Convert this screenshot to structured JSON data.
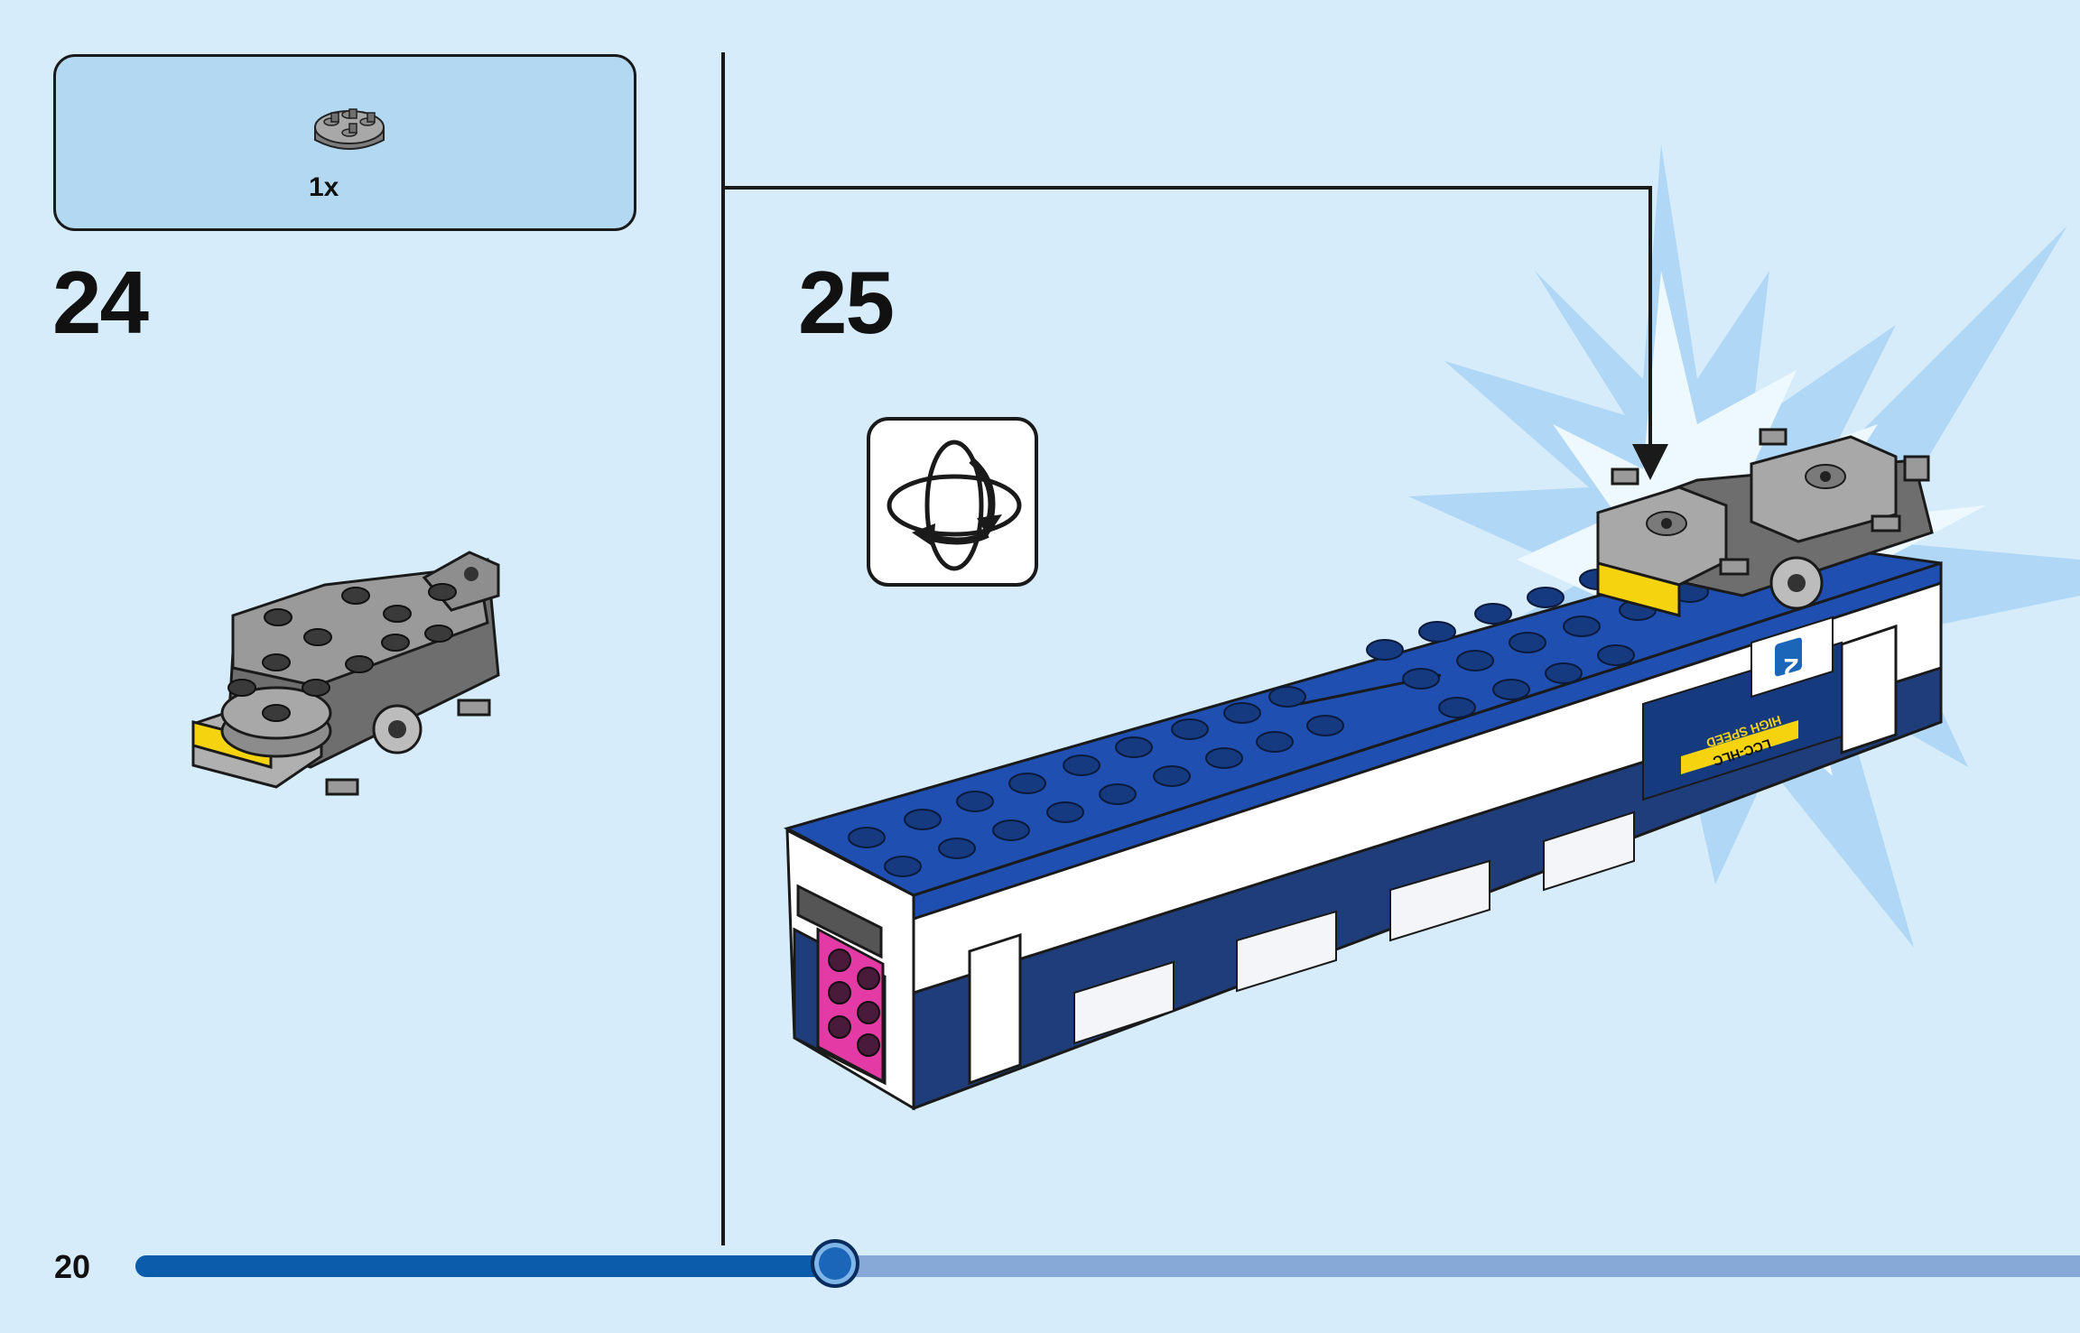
{
  "page": {
    "number": "20",
    "progress_fraction": 0.36
  },
  "step_24": {
    "number": "24",
    "parts": [
      {
        "icon": "round-plate-2x2-icon",
        "quantity": "1x"
      }
    ]
  },
  "step_25": {
    "number": "25",
    "icon": "rotate-model-icon",
    "train_labels": {
      "car_number": "2",
      "line1": "LCC-HLC",
      "line2": "HIGH SPEED"
    }
  },
  "colors": {
    "background": "#d6ecfa",
    "parts_box": "#b2d8f2",
    "brick_blue": "#1f4fb0",
    "brick_dark_blue": "#163a80",
    "brick_gray": "#8c8c8c",
    "brick_yellow": "#f5d40f",
    "brick_magenta": "#e43aa6",
    "progress_fill": "#0b5cab",
    "progress_track": "#86a9d8"
  }
}
